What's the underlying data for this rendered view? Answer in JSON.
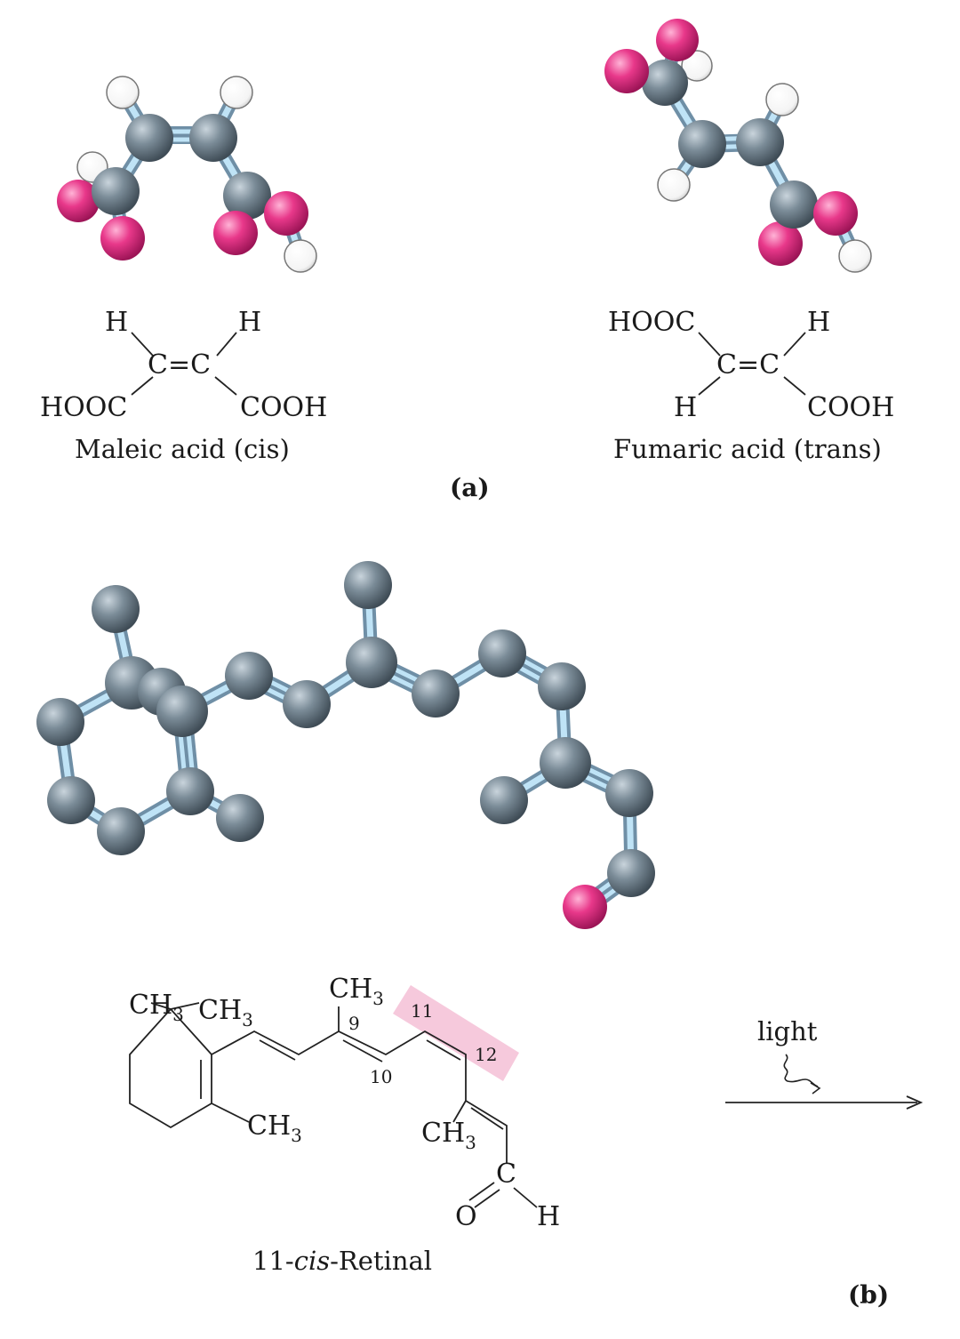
{
  "colors": {
    "carbon": "#7b8c98",
    "oxygen": "#e8388a",
    "hydrogen": "#ffffff",
    "bond_outer": "#6f8fa6",
    "bond_inner": "#bfe3f6",
    "highlight": "#f6c9dc",
    "ink": "#1a1a1a"
  },
  "panel_a": {
    "label": "(a)",
    "maleic": {
      "caption": "Maleic acid (cis)",
      "atoms": {
        "h_left": "H",
        "h_right": "H",
        "c_eq_c": "C=C",
        "sub_left": "HOOC",
        "sub_right": "COOH"
      }
    },
    "fumaric": {
      "caption": "Fumaric acid (trans)",
      "atoms": {
        "sub_top_left": "HOOC",
        "h_top_right": "H",
        "c_eq_c": "C=C",
        "h_bottom_left": "H",
        "sub_bottom_right": "COOH"
      }
    }
  },
  "panel_b": {
    "label": "(b)",
    "retinal": {
      "caption_prefix": "11-",
      "caption_italic": "cis",
      "caption_suffix": "-Retinal",
      "methyl_label": "CH",
      "methyl_sub": "3",
      "positions": {
        "p9": "9",
        "p10": "10",
        "p11": "11",
        "p12": "12"
      },
      "aldehyde": {
        "c": "C",
        "o": "O",
        "h": "H"
      }
    },
    "arrow_label": "light"
  }
}
